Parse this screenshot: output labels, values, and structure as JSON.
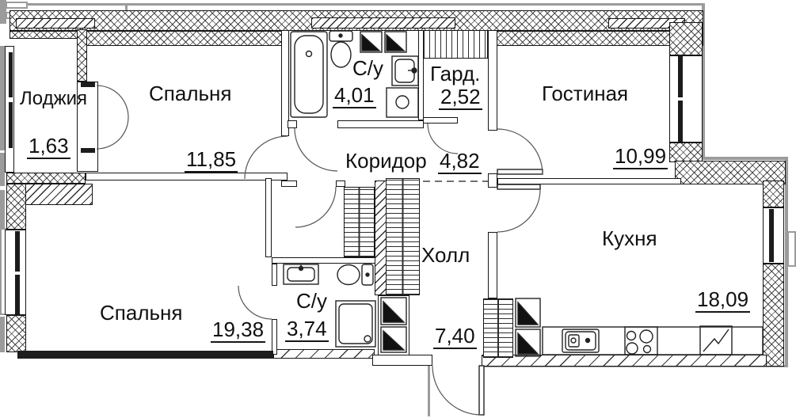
{
  "drawing": {
    "type": "apartment-floor-plan",
    "units": "m2"
  },
  "rooms": [
    {
      "id": "loggia",
      "label": "Лоджия",
      "area": "1,63"
    },
    {
      "id": "bedroom-1",
      "label": "Спальня",
      "area": "11,85"
    },
    {
      "id": "bathroom-1",
      "label": "С/у",
      "area": "4,01"
    },
    {
      "id": "wardrobe",
      "label": "Гард.",
      "area": "2,52"
    },
    {
      "id": "living-room",
      "label": "Гостиная",
      "area": "10,99"
    },
    {
      "id": "corridor",
      "label": "Коридор",
      "area": "4,82"
    },
    {
      "id": "bedroom-2",
      "label": "Спальня",
      "area": "19,38"
    },
    {
      "id": "bathroom-2",
      "label": "С/у",
      "area": "3,74"
    },
    {
      "id": "hall",
      "label": "Холл",
      "area": "7,40"
    },
    {
      "id": "kitchen",
      "label": "Кухня",
      "area": "18,09"
    }
  ],
  "colors": {
    "line": "#161616",
    "outer_contour": "#9b9b9b",
    "wall_fill": "#ffffff"
  }
}
